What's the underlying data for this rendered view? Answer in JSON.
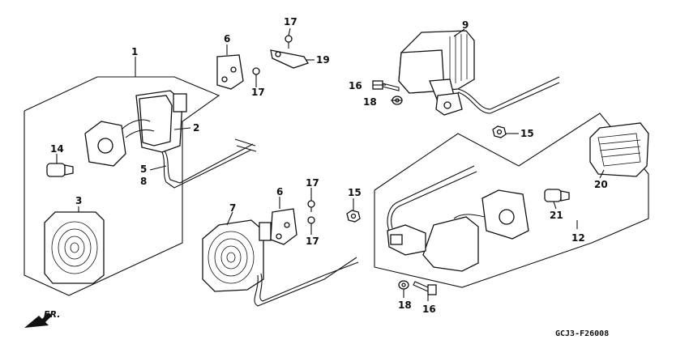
{
  "colors": {
    "ink": "#111111",
    "background": "#ffffff"
  },
  "callouts": {
    "c1": "1",
    "c2": "2",
    "c3": "3",
    "c5": "5",
    "c6a": "6",
    "c6b": "6",
    "c7": "7",
    "c8": "8",
    "c9": "9",
    "c12": "12",
    "c14": "14",
    "c15a": "15",
    "c15b": "15",
    "c16a": "16",
    "c16b": "16",
    "c17a": "17",
    "c17b": "17",
    "c17c": "17",
    "c17d": "17",
    "c18a": "18",
    "c18b": "18",
    "c19": "19",
    "c20": "20",
    "c21": "21"
  },
  "direction_label": "FR.",
  "diagram_code": "GCJ3-F26008"
}
